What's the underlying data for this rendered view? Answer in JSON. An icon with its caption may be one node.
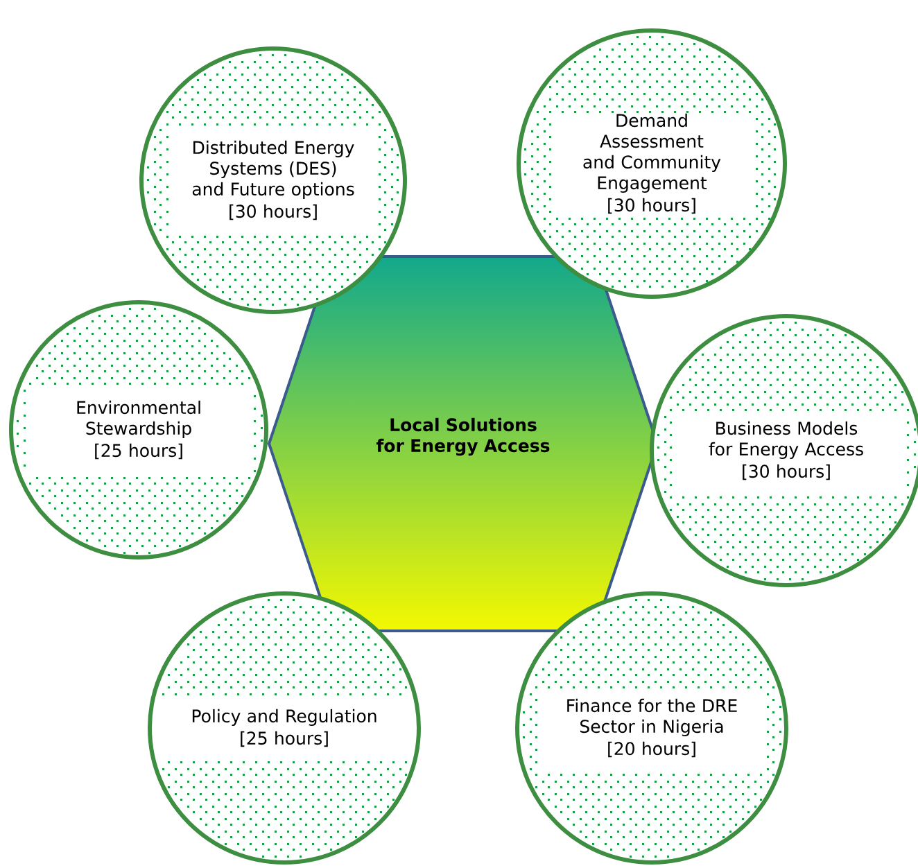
{
  "diagram": {
    "nodes": [
      {
        "text": [
          "Local Solutions for Energy Access"
        ]
      },
      {
        "text": [
          "Distributed Energy Systems (DES) and Future options",
          "[30 hours]"
        ]
      },
      {
        "text": [
          "Demand Assessment and Community Engagement",
          "[30 hours]"
        ]
      },
      {
        "text": [
          "Environmental Stewardship",
          "[25 hours]"
        ]
      },
      {
        "text": [
          "Business Models for Energy Access",
          "[30 hours]"
        ]
      },
      {
        "text": [
          "Policy and Regulation",
          "[25 hours]"
        ]
      },
      {
        "text": [
          "Finance for the DRE Sector in Nigeria",
          "[20 hours]"
        ]
      }
    ]
  }
}
